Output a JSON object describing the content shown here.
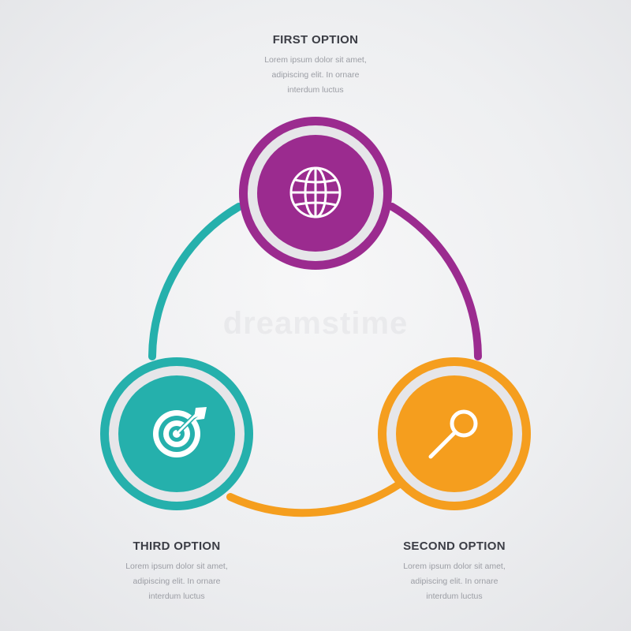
{
  "colors": {
    "purple": "#9b2b8f",
    "orange": "#f59e1e",
    "teal": "#25b0ac",
    "ring_gap": "#e6e6e9"
  },
  "options": {
    "first": {
      "title": "FIRST OPTION",
      "desc_lines": [
        "Lorem ipsum dolor sit amet,",
        "adipiscing elit. In ornare",
        "interdum luctus"
      ],
      "icon": "globe-icon"
    },
    "second": {
      "title": "SECOND OPTION",
      "desc_lines": [
        "Lorem ipsum dolor sit amet,",
        "adipiscing elit. In ornare",
        "interdum luctus"
      ],
      "icon": "magnifier-icon"
    },
    "third": {
      "title": "THIRD OPTION",
      "desc_lines": [
        "Lorem ipsum dolor sit amet,",
        "adipiscing elit. In ornare",
        "interdum luctus"
      ],
      "icon": "target-icon"
    }
  },
  "watermark": "dreamstime"
}
